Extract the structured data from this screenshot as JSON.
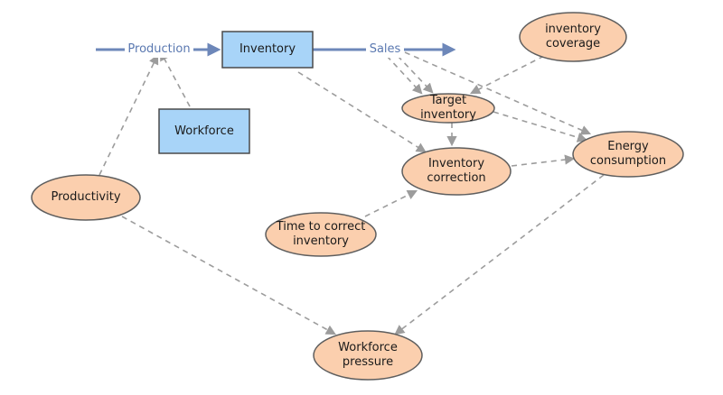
{
  "colors": {
    "stock_fill": "#a8d4f8",
    "stock_stroke": "#4a4a4a",
    "aux_fill": "#fbcfae",
    "aux_stroke": "#5e5e5e",
    "flow_pipe": "#6d87b9",
    "link": "#9c9c9c",
    "flow_label": "#5a78b0"
  },
  "flows": {
    "production": "Production",
    "sales": "Sales"
  },
  "stocks": {
    "inventory": "Inventory",
    "workforce": "Workforce"
  },
  "variables": {
    "inventory_coverage": "inventory\ncoverage",
    "target_inventory": "Target\ninventory",
    "inventory_correction": "Inventory\ncorrection",
    "energy_consumption": "Energy\nconsumption",
    "productivity": "Productivity",
    "time_to_correct_inventory": "Time to correct\ninventory",
    "workforce_pressure": "Workforce\npressure"
  }
}
